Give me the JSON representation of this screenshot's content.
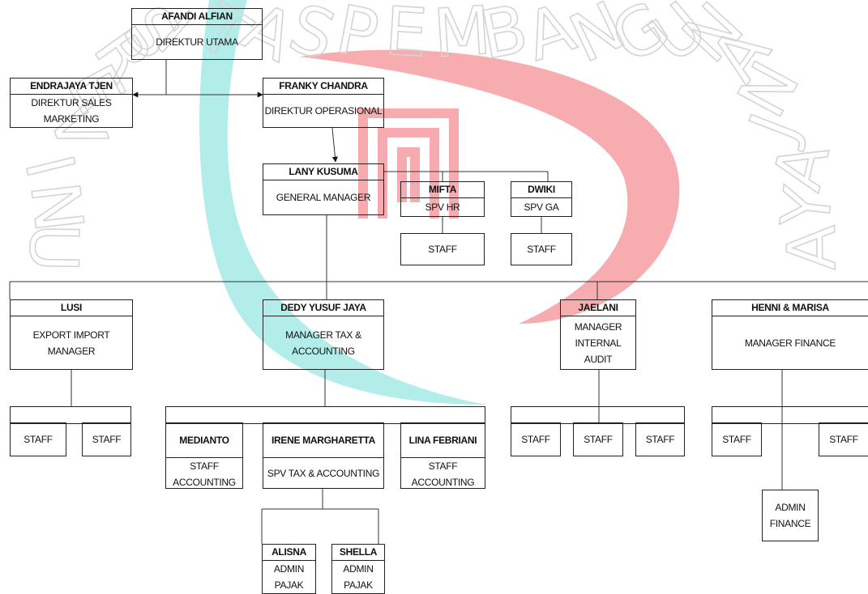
{
  "org": {
    "afandi": {
      "name": "AFANDI ALFIAN",
      "title": "DIREKTUR UTAMA"
    },
    "endrajaya": {
      "name": "ENDRAJAYA TJEN",
      "title": "DIREKTUR SALES\nMARKETING"
    },
    "franky": {
      "name": "FRANKY CHANDRA",
      "title": "DIREKTUR OPERASIONAL"
    },
    "lany": {
      "name": "LANY KUSUMA",
      "title": "GENERAL MANAGER"
    },
    "mifta": {
      "name": "MIFTA",
      "title": "SPV HR"
    },
    "dwiki": {
      "name": "DWIKI",
      "title": "SPV GA"
    },
    "staff_hr": {
      "title": "STAFF"
    },
    "staff_ga": {
      "title": "STAFF"
    },
    "lusi": {
      "name": "LUSI",
      "title": "EXPORT IMPORT\nMANAGER"
    },
    "dedy": {
      "name": "DEDY YUSUF JAYA",
      "title": "MANAGER TAX &\nACCOUNTING"
    },
    "jaelani": {
      "name": "JAELANI",
      "title": "MANAGER\nINTERNAL\nAUDIT"
    },
    "henni": {
      "name": "HENNI & MARISA",
      "title": "MANAGER FINANCE"
    },
    "staff_lusi_1": {
      "title": "STAFF"
    },
    "staff_lusi_2": {
      "title": "STAFF"
    },
    "medianto": {
      "name": "MEDIANTO",
      "title": "STAFF\nACCOUNTING"
    },
    "irene": {
      "name": "IRENE MARGHARETTA",
      "title": "SPV TAX & ACCOUNTING"
    },
    "lina": {
      "name": "LINA FEBRIANI",
      "title": "STAFF\nACCOUNTING"
    },
    "staff_audit_1": {
      "title": "STAFF"
    },
    "staff_audit_2": {
      "title": "STAFF"
    },
    "staff_audit_3": {
      "title": "STAFF"
    },
    "staff_fin_1": {
      "title": "STAFF"
    },
    "staff_fin_2": {
      "title": "STAFF"
    },
    "admin_finance": {
      "title": "ADMIN\nFINANCE"
    },
    "alisna": {
      "name": "ALISNA",
      "title": "ADMIN\nPAJAK"
    },
    "shella": {
      "name": "SHELLA",
      "title": "ADMIN\nPAJAK"
    }
  },
  "watermark": {
    "letters": [
      "U",
      "N",
      "I",
      "V",
      "E",
      "R",
      "S",
      "I",
      "T",
      "A",
      "S",
      "P",
      "E",
      "M",
      "B",
      "A",
      "N",
      "G",
      "U",
      "N",
      "A",
      "N",
      "J",
      "A",
      "Y",
      "A"
    ],
    "colors": {
      "teal": "#3fd1c8",
      "red": "#f05a62",
      "gray": "#d4d4d4"
    }
  }
}
